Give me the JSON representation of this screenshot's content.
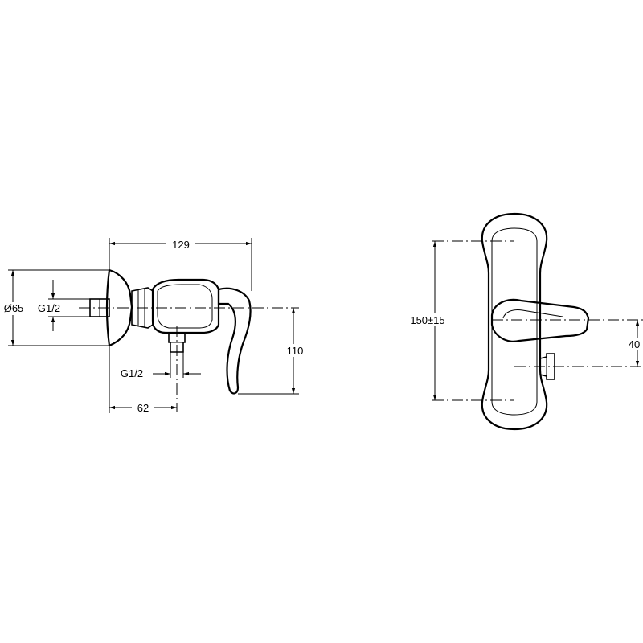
{
  "side_view": {
    "dim_overall_length": "129",
    "dim_diameter": "Ø65",
    "dim_inlet_thread": "G1/2",
    "dim_outlet_thread": "G1/2",
    "dim_outlet_offset": "62",
    "dim_height": "110"
  },
  "front_view": {
    "dim_centre_distance": "150±15",
    "dim_outlet_height": "40"
  }
}
